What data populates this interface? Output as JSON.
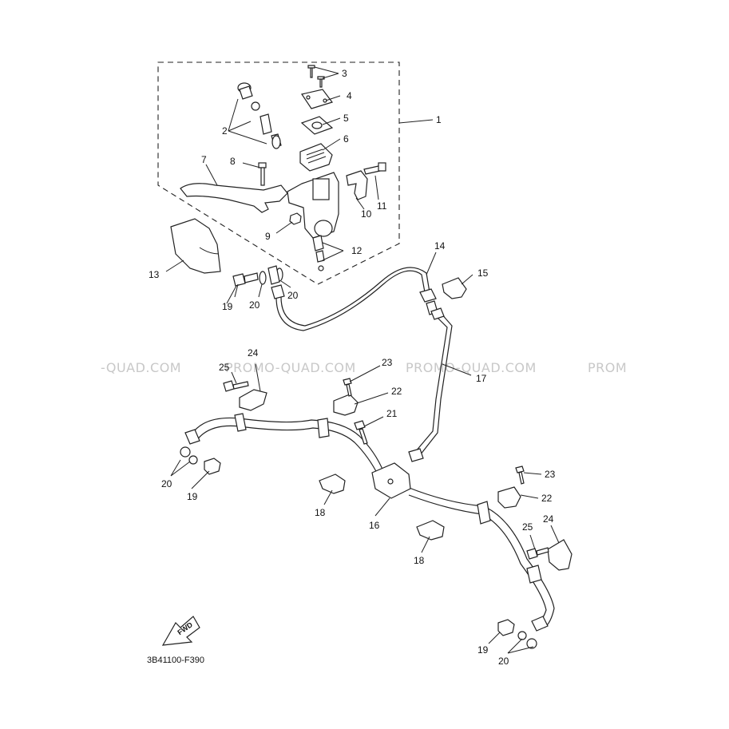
{
  "watermarks": [
    "-QUAD.COM",
    "PROMO-QUAD.COM",
    "PROMO-QUAD.COM",
    "PROM"
  ],
  "callouts": {
    "c1": "1",
    "c2": "2",
    "c3": "3",
    "c4": "4",
    "c5": "5",
    "c6": "6",
    "c7": "7",
    "c8": "8",
    "c9": "9",
    "c10": "10",
    "c11": "11",
    "c12": "12",
    "c13": "13",
    "c14": "14",
    "c15": "15",
    "c16": "16",
    "c17": "17",
    "c18a": "18",
    "c18b": "18",
    "c19a": "19",
    "c19b": "19",
    "c19c": "19",
    "c20a": "20",
    "c20b": "20",
    "c20c": "20",
    "c20d": "20",
    "c21": "21",
    "c22a": "22",
    "c22b": "22",
    "c23a": "23",
    "c23b": "23",
    "c24a": "24",
    "c24b": "24",
    "c25a": "25",
    "c25b": "25"
  },
  "fwd_label": "FWD",
  "diagram_code": "3B41100-F390"
}
